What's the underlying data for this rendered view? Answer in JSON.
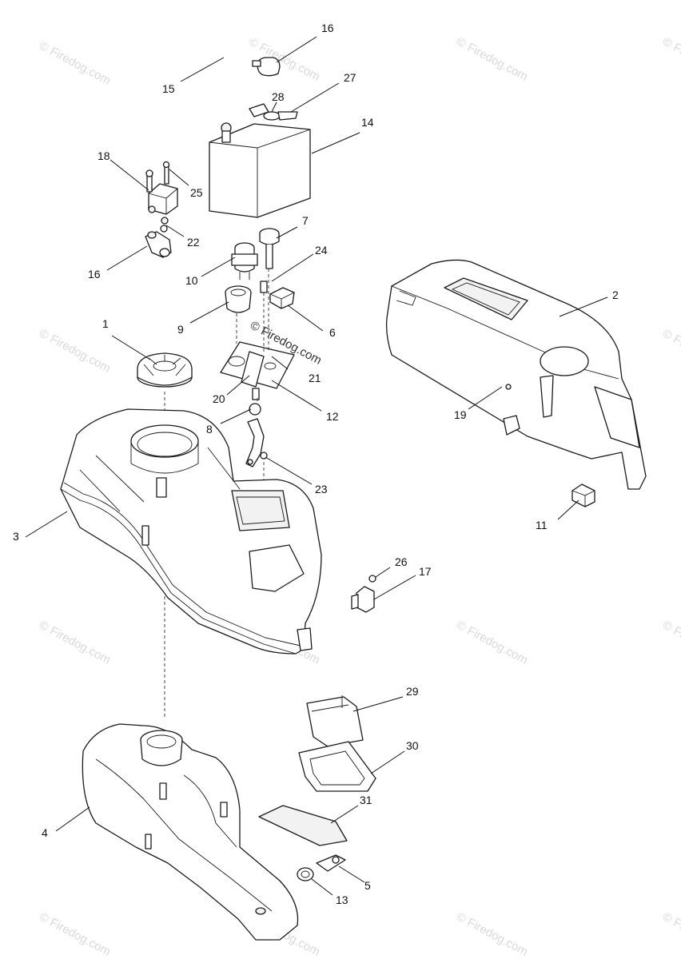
{
  "diagram": {
    "callouts": [
      "1",
      "2",
      "3",
      "4",
      "5",
      "6",
      "7",
      "8",
      "9",
      "10",
      "11",
      "12",
      "13",
      "14",
      "15",
      "16",
      "16",
      "17",
      "18",
      "19",
      "20",
      "21",
      "22",
      "23",
      "24",
      "25",
      "26",
      "27",
      "28",
      "29",
      "30",
      "31"
    ],
    "watermark": "© Firedog.com"
  }
}
